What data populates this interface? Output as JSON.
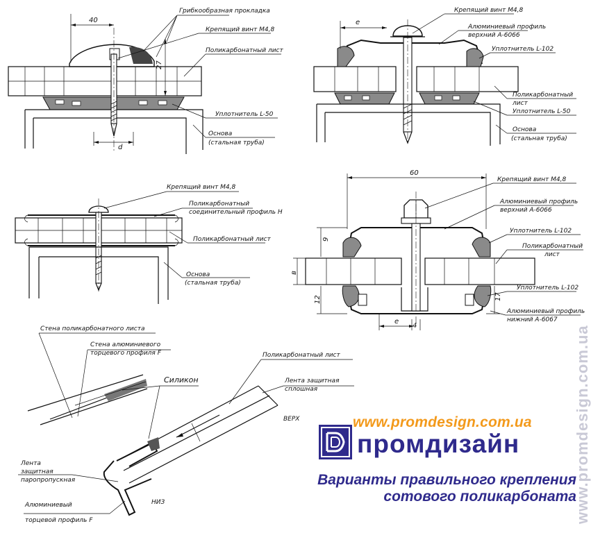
{
  "fig1": {
    "dim_top": "40",
    "dim_bottom": "d",
    "dim_height": "27",
    "labels": [
      "Грибкообразная прокладка",
      "Крепящий винт М4,8",
      "Поликарбонатный лист",
      "Уплотнитель L-50",
      "Основа",
      "(стальная труба)"
    ]
  },
  "fig2": {
    "dim_top": "e",
    "labels": [
      "Крепящий винт М4,8",
      "Алюминиевый профиль",
      "верхний А-6066",
      "Уплотнитель L-102",
      "Поликарбонатный",
      "лист",
      "Уплотнитель L-50",
      "Основа",
      "(стальная труба)"
    ]
  },
  "fig3": {
    "labels": [
      "Крепящий винт М4,8",
      "Поликарбонатный",
      "соединительный профиль Н",
      "Поликарбонатный лист",
      "Основа",
      "(стальная труба)"
    ]
  },
  "fig4": {
    "dim_top": "60",
    "dim_9": "9",
    "dim_b": "в",
    "dim_12": "12",
    "dim_17": "17",
    "dim_e": "e",
    "dim_4": "4",
    "labels": [
      "Крепящий винт М4,8",
      "Алюминиевый профиль",
      "верхний А-6066",
      "Уплотнитель L-102",
      "Поликарбонатный",
      "лист",
      "Уплотнитель L-102",
      "Алюминиевый профиль",
      "нижний А-6067"
    ]
  },
  "fig5": {
    "labels": [
      "Стена поликарбонатного листа",
      "Стена алюминиевого",
      "торцевого профиля F",
      "Силикон",
      "Поликарбонатный лист",
      "Лента защитная",
      "сплошная",
      "ВЕРХ",
      "НИЗ",
      "Лента",
      "защитная",
      "паропропускная",
      "Алюминиевый",
      "торцевой профиль F"
    ]
  },
  "brand": {
    "url": "www.promdesign.com.ua",
    "name": "промдизайн",
    "caption_line1": "Варианты правильного крепления",
    "caption_line2": "сотового поликарбоната",
    "watermark": "www.promdesign.com.ua",
    "url_color": "#f39a1c",
    "name_color": "#2f2a8c"
  }
}
